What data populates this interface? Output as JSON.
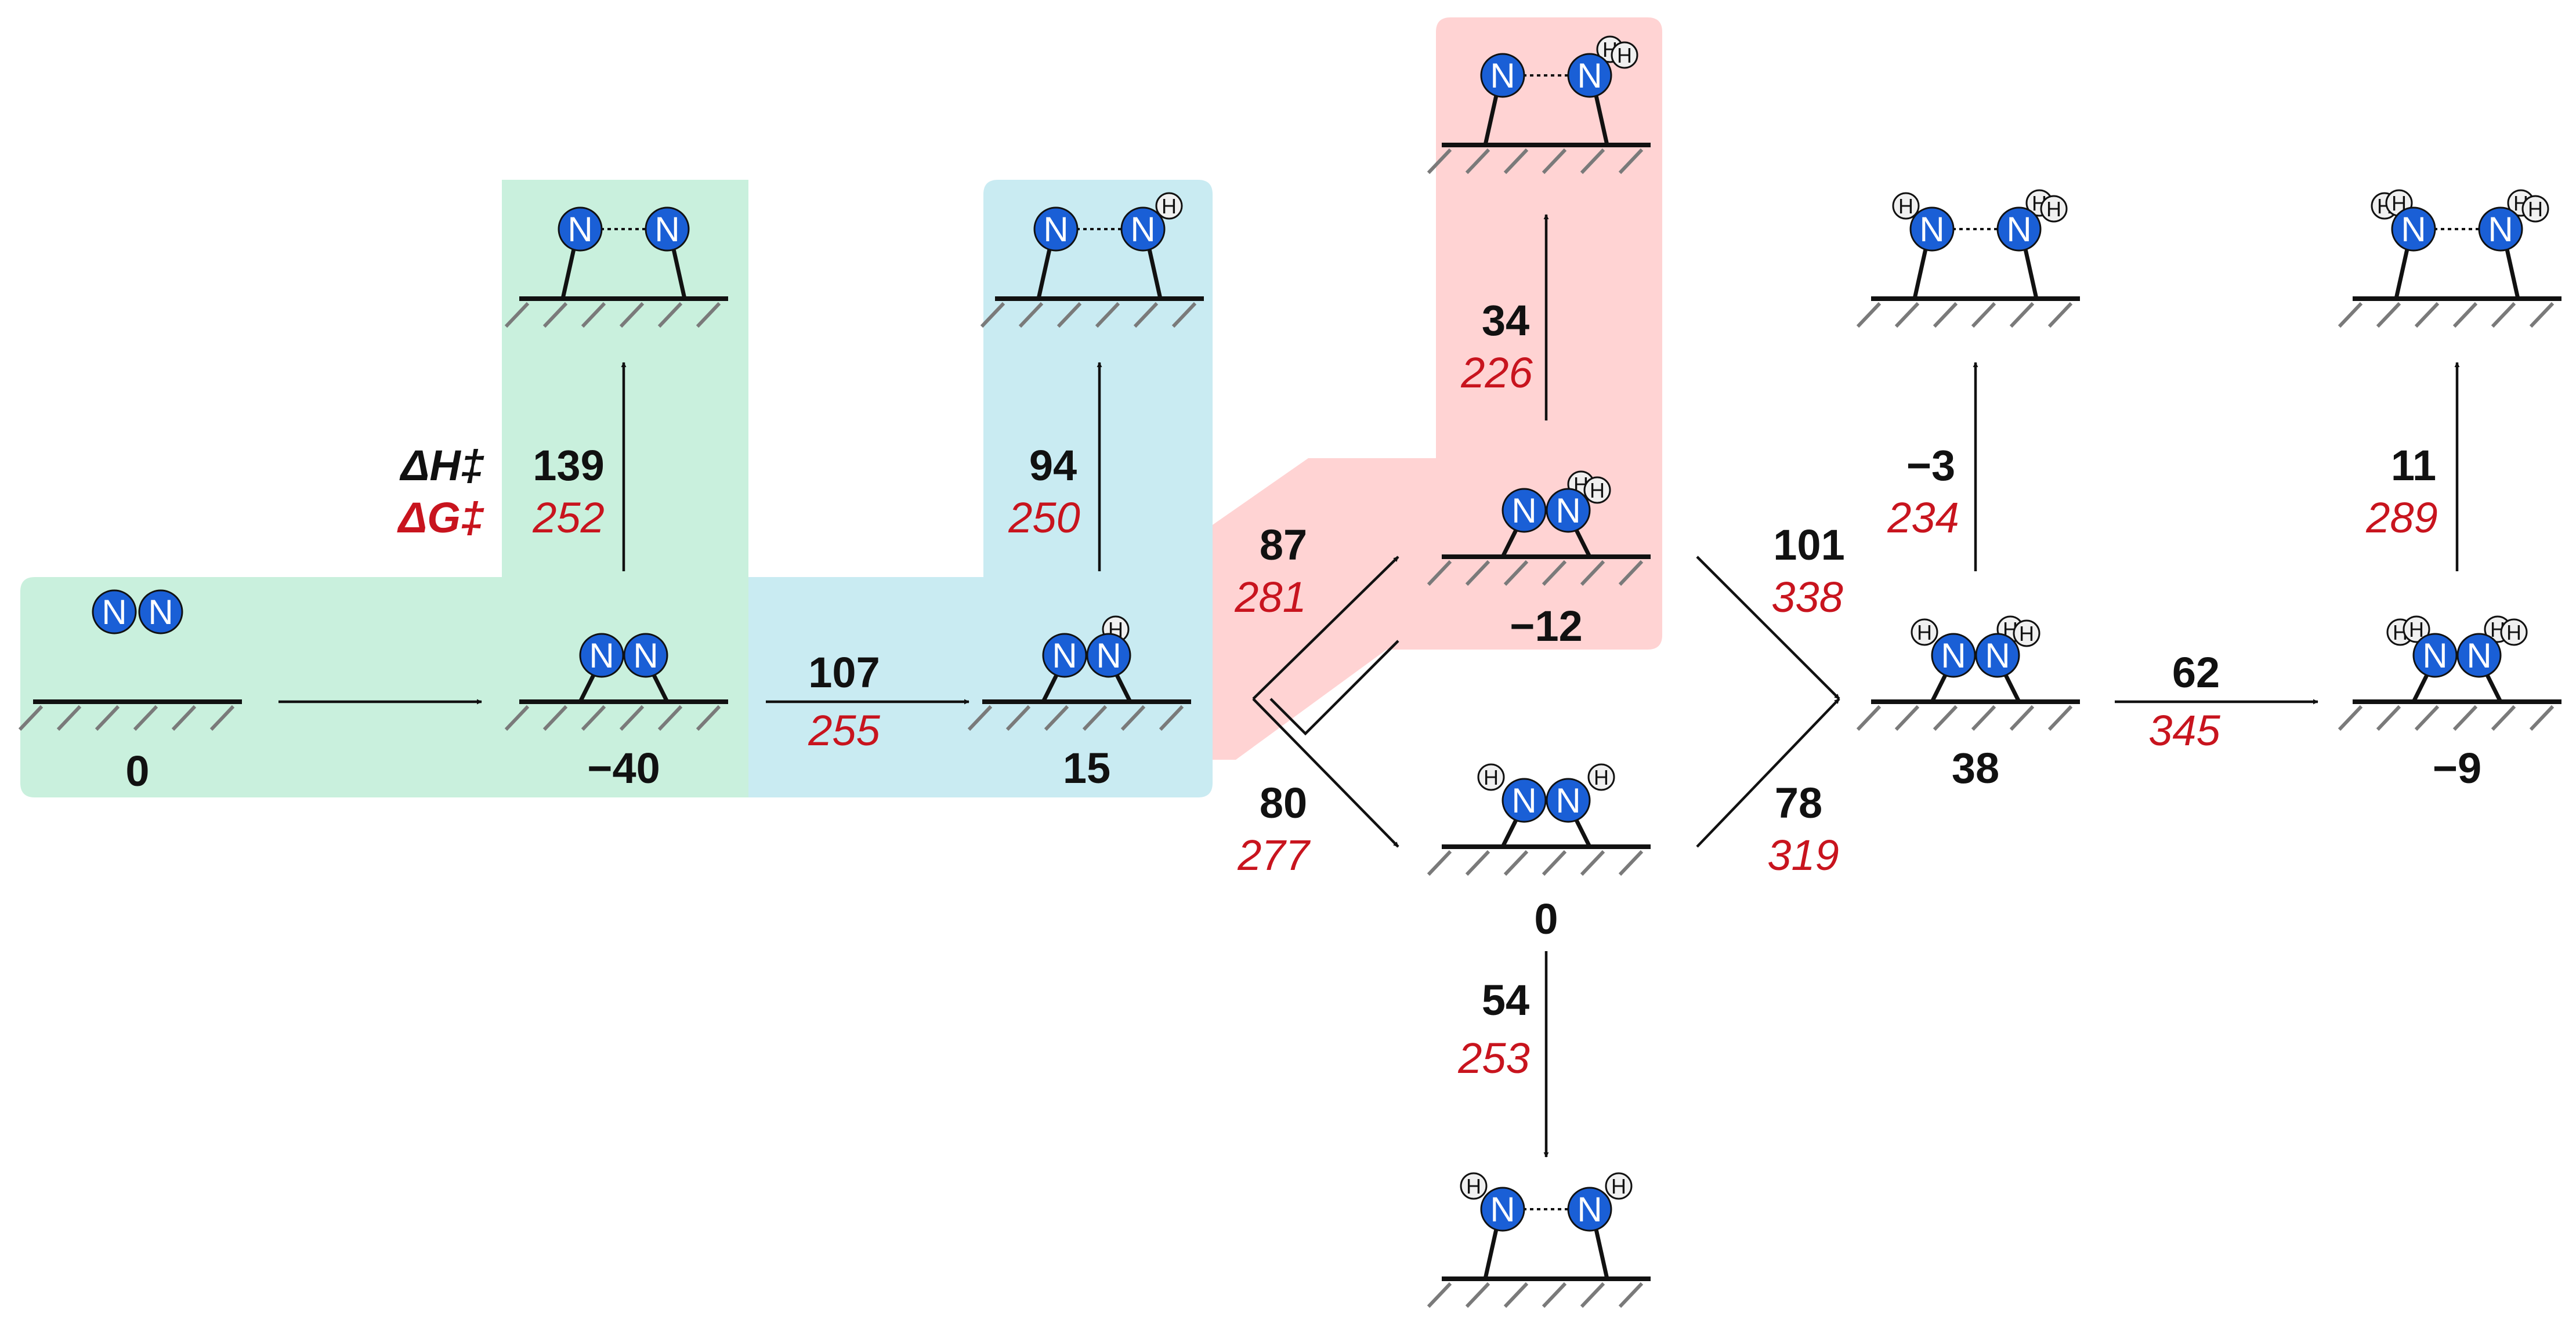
{
  "colors": {
    "green_region": "#c9f0dd",
    "blue_region": "#c9ebf2",
    "red_region": "#ffd3d3",
    "delta_g": "#c8141e",
    "nitrogen": "#1a5fd6",
    "hydrogen": "#f0f0f0",
    "line": "#111111",
    "hatch": "#7a7a7a"
  },
  "legend": {
    "dH": "ΔH‡",
    "dG": "ΔG‡"
  },
  "states": {
    "s0": {
      "energy": "0",
      "atom_n": "N",
      "atom_h": "H"
    },
    "s1": {
      "energy": "−40"
    },
    "s2": {
      "energy": "15"
    },
    "s3": {
      "energy": "−12"
    },
    "s4": {
      "energy": "0"
    },
    "s5": {
      "energy": "38"
    },
    "s6": {
      "energy": "−9"
    }
  },
  "transitions": {
    "t1": {
      "dH": "139",
      "dG": "252"
    },
    "t2": {
      "dH": "107",
      "dG": "255"
    },
    "t3": {
      "dH": "94",
      "dG": "250"
    },
    "t4": {
      "dH": "87",
      "dG": "281"
    },
    "t5": {
      "dH": "80",
      "dG": "277"
    },
    "t6": {
      "dH": "34",
      "dG": "226"
    },
    "t7": {
      "dH": "101",
      "dG": "338"
    },
    "t8": {
      "dH": "78",
      "dG": "319"
    },
    "t9": {
      "dH": "54",
      "dG": "253"
    },
    "t10": {
      "dH": "−3",
      "dG": "234"
    },
    "t11": {
      "dH": "62",
      "dG": "345"
    },
    "t12": {
      "dH": "11",
      "dG": "289"
    }
  }
}
